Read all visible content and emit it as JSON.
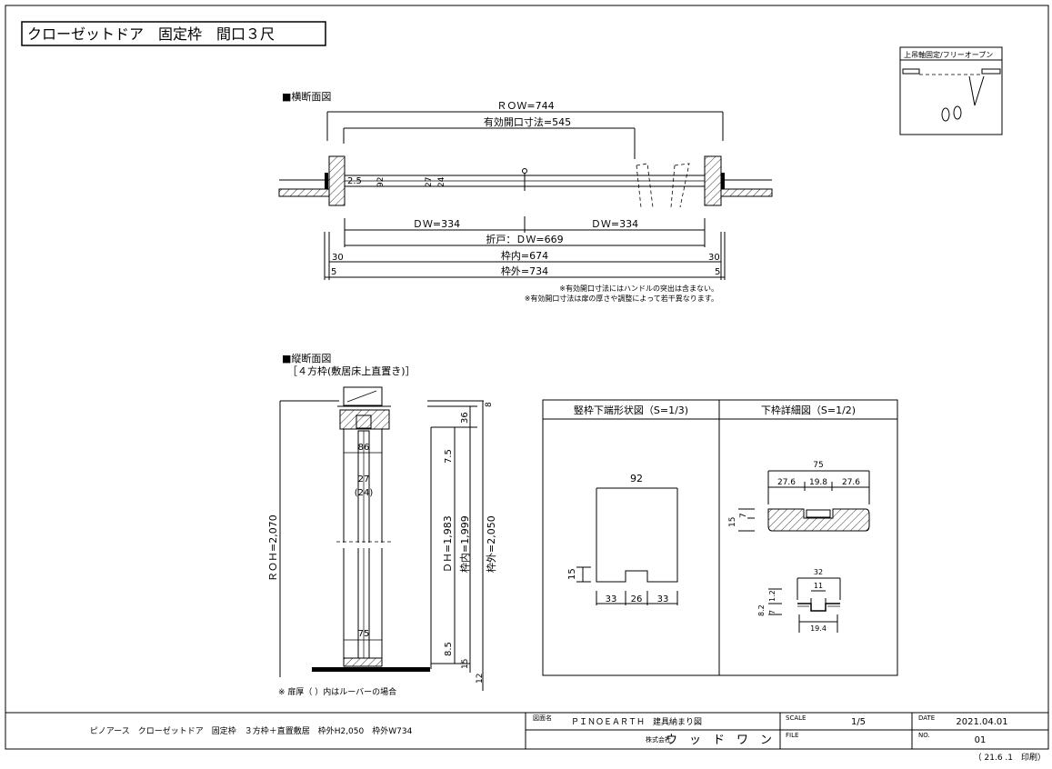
{
  "title": "クローゼットドア　固定枠　間口３尺",
  "inset": {
    "label": "上吊軸固定/フリーオープン"
  },
  "horizontal_section": {
    "heading": "■横断面図",
    "row": "ＲＯＷ=744",
    "effective_opening": "有効開口寸法=545",
    "dim_2_5": "2.5",
    "dim_92": "92",
    "dim_27": "27",
    "dim_24": "24",
    "dw_left": "ＤＷ=334",
    "dw_right": "ＤＷ=334",
    "fold_dw": "折戸：ＤＷ=669",
    "frame_inner": "枠内=674",
    "frame_outer": "枠外=734",
    "dim_30_left": "30",
    "dim_30_right": "30",
    "dim_5_left": "5",
    "dim_5_right": "5",
    "note1": "※有効開口寸法にはハンドルの突出は含まない。",
    "note2": "※有効開口寸法は扉の厚さや調整によって若干異なります。"
  },
  "vertical_section": {
    "heading": "■縦断面図",
    "subheading": "［４方枠(敷居床上直置き)］",
    "roh": "ＲＯＨ=2,070",
    "dim_86": "86",
    "dim_27": "27",
    "dim_24": "(24)",
    "dim_75": "75",
    "dim_8": "8",
    "dim_36": "36",
    "dim_7_5": "7.5",
    "dim_8_5": "8.5",
    "dim_15": "15",
    "dim_12": "12",
    "dh": "ＤＨ=1,983",
    "frame_inner": "枠内=1,999",
    "frame_outer": "枠外=2,050",
    "note": "※ 扉厚（ ）内はルーバーの場合"
  },
  "detail_stile": {
    "title": "竪枠下端形状図（S=1/3)",
    "dim_92": "92",
    "dim_15": "15",
    "dim_33_left": "33",
    "dim_26": "26",
    "dim_33_right": "33"
  },
  "detail_sill": {
    "title": "下枠詳細図（S=1/2)",
    "dim_75": "75",
    "dim_27_6_left": "27.6",
    "dim_19_8": "19.8",
    "dim_27_6_right": "27.6",
    "dim_15": "15",
    "dim_7": "7",
    "dim_32": "32",
    "dim_11": "11",
    "dim_1_2": "1.2",
    "dim_8_2": "8.2",
    "dim_7b": "7",
    "dim_19_4": "19.4"
  },
  "title_block": {
    "description": "ピノアース　クローゼットドア　固定枠　３方枠＋直置敷居　枠外H2,050　枠外W734",
    "drawing_name_label": "図面名",
    "drawing_name": "ＰＩＮＯＥＡＲＴＨ　建具納まり図",
    "company_prefix": "株式会社",
    "company": "ウ　ッ　ド　ワ　ン",
    "scale_label": "SCALE",
    "scale": "1/5",
    "file_label": "FILE",
    "file": "",
    "date_label": "DATE",
    "date": "2021.04.01",
    "no_label": "NO.",
    "no": "01"
  },
  "print_note": "（ 21.6 .1　印刷）"
}
